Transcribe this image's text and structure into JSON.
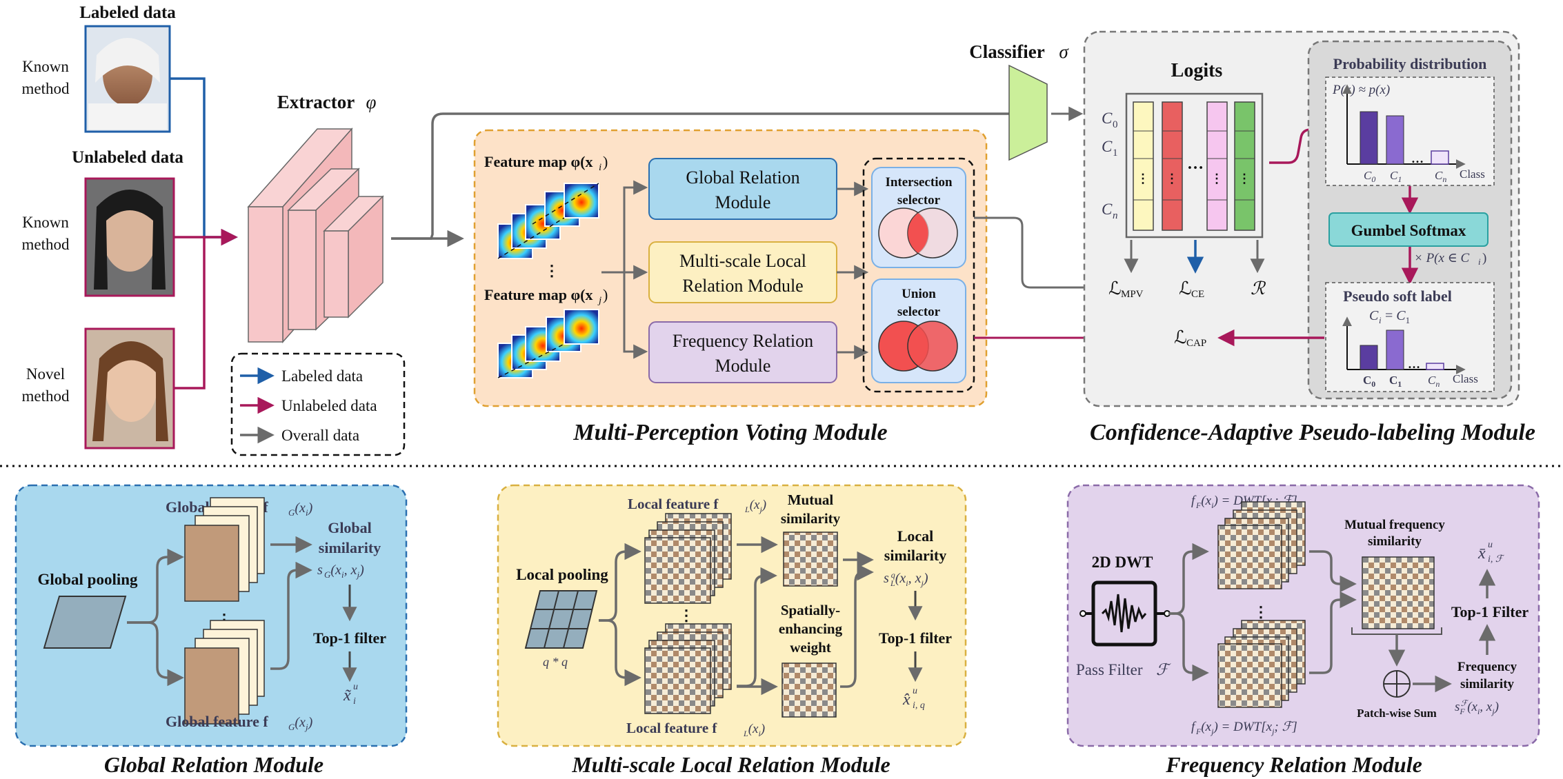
{
  "inputs": {
    "labeled_title": "Labeled data",
    "unlabeled_title": "Unlabeled data",
    "known1": [
      "Known",
      "method"
    ],
    "known2": [
      "Known",
      "method"
    ],
    "novel": [
      "Novel",
      "method"
    ]
  },
  "extractor": {
    "label": "Extractor",
    "symbol": "φ"
  },
  "legend": {
    "items": [
      {
        "label": "Labeled data",
        "color": "#1f5fa8"
      },
      {
        "label": "Unlabeled data",
        "color": "#a8185a"
      },
      {
        "label": "Overall data",
        "color": "#6b6b6b"
      }
    ]
  },
  "mpv": {
    "title": "Multi-Perception Voting Module",
    "feature_map_i": "Feature map φ(x",
    "feature_map_i_sub": "i",
    "feature_map_j": "Feature map φ(x",
    "feature_map_j_sub": "j",
    "dots": "⋮",
    "global": [
      "Global Relation",
      "Module"
    ],
    "local": [
      "Multi-scale Local",
      "Relation Module"
    ],
    "freq": [
      "Frequency Relation",
      "Module"
    ],
    "intersection": [
      "Intersection",
      "selector"
    ],
    "union": [
      "Union",
      "selector"
    ]
  },
  "classifier": {
    "label": "Classifier",
    "symbol": "σ"
  },
  "cap": {
    "title": "Confidence-Adaptive Pseudo-labeling Module",
    "logits_title": "Logits",
    "class_labels": [
      "C",
      "C",
      "C"
    ],
    "class_subs": [
      "0",
      "1",
      "n"
    ],
    "loss_mpv": "ℒ",
    "loss_mpv_sub": "MPV",
    "loss_ce": "ℒ",
    "loss_ce_sub": "CE",
    "reg": "ℛ",
    "loss_cap": "ℒ",
    "loss_cap_sub": "CAP",
    "prob_title": "Probability distribution",
    "prob_eq": "P(x) ≈ p(x)",
    "gumbel": "Gumbel Softmax",
    "times_p": "× P(x ∈ C",
    "times_p_sub": "i",
    "pseudo_title": "Pseudo soft label",
    "pseudo_eq": "C",
    "class_axis": "Class",
    "ellipsis": "…"
  },
  "grm": {
    "title": "Global Relation Module",
    "pooling": "Global pooling",
    "feat_i": "Global feature f",
    "feat_j": "Global feature f",
    "sim": [
      "Global",
      "similarity"
    ],
    "sim_eq": "s",
    "filter": "Top-1 filter",
    "out": "x̃"
  },
  "lrm": {
    "title": "Multi-scale Local Relation Module",
    "pooling": "Local pooling",
    "qq": "q * q",
    "feat_j": "Local feature f",
    "feat_i": "Local feature f",
    "mutual": [
      "Mutual",
      "similarity"
    ],
    "spatial": [
      "Spatially-",
      "enhancing",
      "weight"
    ],
    "sim": [
      "Local",
      "similarity"
    ],
    "sim_eq": "s",
    "filter": "Top-1 filter",
    "out": "x̂"
  },
  "frm": {
    "title": "Frequency Relation Module",
    "dwt": "2D DWT",
    "pass": "Pass Filter",
    "pass_sym": "ℱ",
    "feat_i": "f",
    "feat_j": "f",
    "mutual": [
      "Mutual frequency",
      "similarity"
    ],
    "patch": "Patch-wise Sum",
    "freq_sim": [
      "Frequency",
      "similarity"
    ],
    "filter": "Top-1 Filter",
    "out": "x̄"
  }
}
